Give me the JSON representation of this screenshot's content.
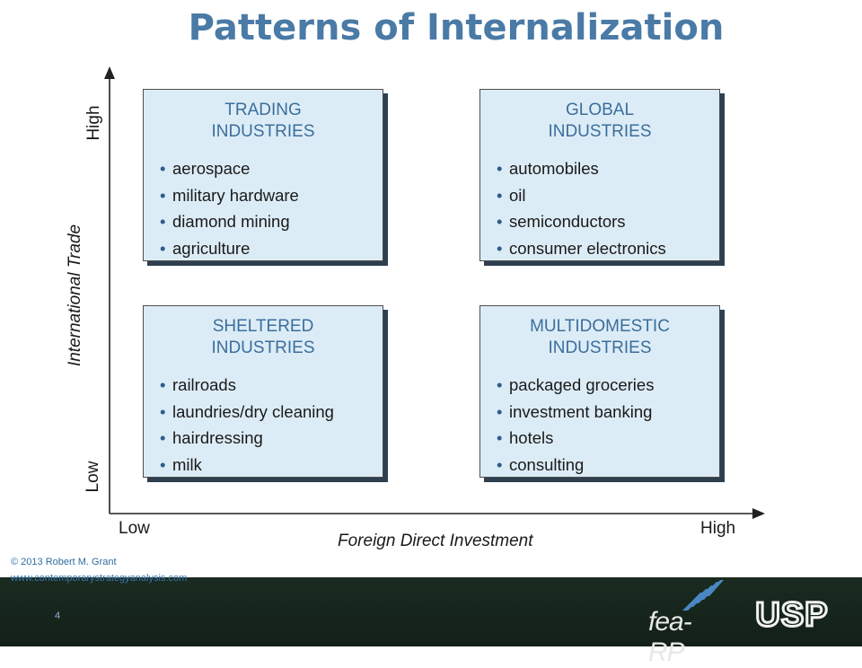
{
  "title": "Patterns of Internalization",
  "axes": {
    "y_title": "International Trade",
    "y_low": "Low",
    "y_high": "High",
    "x_title": "Foreign Direct Investment",
    "x_low": "Low",
    "x_high": "High"
  },
  "quadrants": {
    "trading": {
      "title_line1": "TRADING",
      "title_line2": "INDUSTRIES",
      "items": [
        "aerospace",
        "military hardware",
        "diamond mining",
        "agriculture"
      ]
    },
    "global": {
      "title_line1": "GLOBAL",
      "title_line2": "INDUSTRIES",
      "items": [
        "automobiles",
        "oil",
        "semiconductors",
        "consumer electronics"
      ]
    },
    "sheltered": {
      "title_line1": "SHELTERED",
      "title_line2": "INDUSTRIES",
      "items": [
        "railroads",
        "laundries/dry cleaning",
        "hairdressing",
        "milk"
      ]
    },
    "multidomestic": {
      "title_line1": "MULTIDOMESTIC",
      "title_line2": "INDUSTRIES",
      "items": [
        "packaged groceries",
        "investment banking",
        "hotels",
        "consulting"
      ]
    }
  },
  "footer": {
    "copyright": "© 2013 Robert M. Grant",
    "url": "www.contemporarystrategyanalysis.com",
    "page_number": "4",
    "logo_left": "fea-RP",
    "logo_right": "USP"
  },
  "bullet": "•",
  "colors": {
    "title": "#4a7aa6",
    "box_fill": "#dcecf6",
    "box_title": "#3b6e9c",
    "footer_bg": "#1a2b20"
  }
}
